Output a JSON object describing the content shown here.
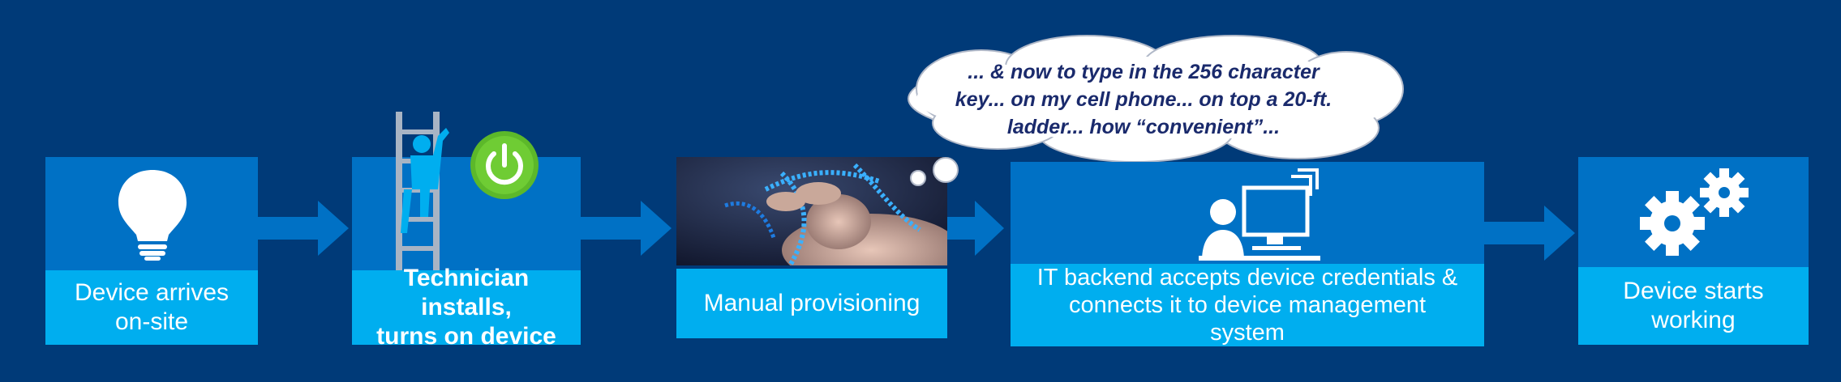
{
  "colors": {
    "background": "#003a78",
    "box": "#0071c5",
    "label": "#00aeef",
    "arrow": "#0071c5",
    "power_button": "#5cb82a",
    "bubble": "#ffffff",
    "bubble_text": "#1a2a6c"
  },
  "steps": [
    {
      "label": "Device arrives\non-site",
      "icon": "lightbulb-icon"
    },
    {
      "label": "Technician installs,\nturns on device",
      "icon": "ladder-technician-icon"
    },
    {
      "label": "Manual provisioning",
      "icon": "technician-photo"
    },
    {
      "label": "IT backend accepts device credentials &\nconnects it to device management\nsystem",
      "icon": "user-computer-icon"
    },
    {
      "label": "Device starts\nworking",
      "icon": "gears-icon"
    }
  ],
  "thought_bubble": {
    "text": "... & now to type in the 256 character\nkey... on my cell phone... on top a 20-ft.\nladder... how “convenient”..."
  }
}
